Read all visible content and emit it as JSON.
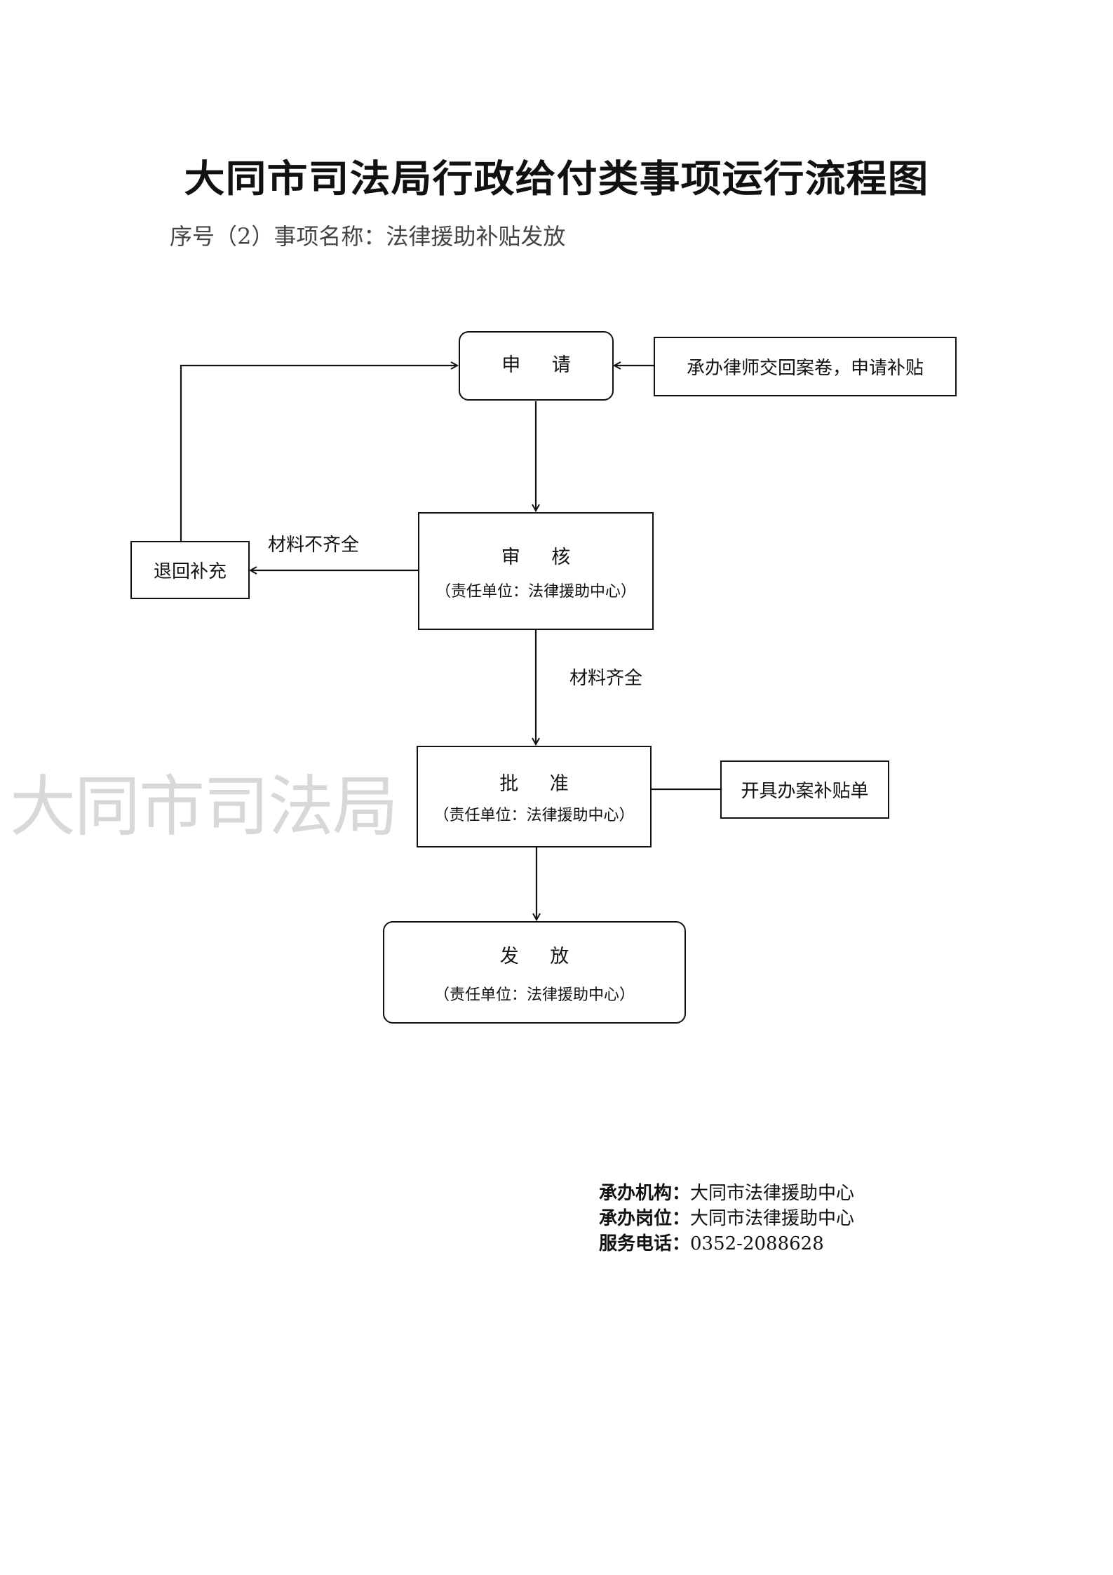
{
  "title": "大同市司法局行政给付类事项运行流程图",
  "subtitle": "序号（2）事项名称：法律援助补贴发放",
  "watermark": "大同市司法局",
  "nodes": {
    "apply": {
      "title": "申 请"
    },
    "lawyer": {
      "title": "承办律师交回案卷，申请补贴"
    },
    "review": {
      "title": "审 核",
      "sub": "（责任单位：法律援助中心）"
    },
    "return": {
      "title": "退回补充"
    },
    "approve": {
      "title": "批 准",
      "sub": "（责任单位：法律援助中心）"
    },
    "voucher": {
      "title": "开具办案补贴单"
    },
    "issue": {
      "title": "发 放",
      "sub": "（责任单位：法律援助中心）"
    }
  },
  "edges": {
    "incomplete": "材料不齐全",
    "complete": "材料齐全"
  },
  "footer": [
    {
      "label": "承办机构：",
      "value": "大同市法律援助中心"
    },
    {
      "label": "承办岗位：",
      "value": "大同市法律援助中心"
    },
    {
      "label": "服务电话：",
      "value": "0352-2088628"
    }
  ]
}
